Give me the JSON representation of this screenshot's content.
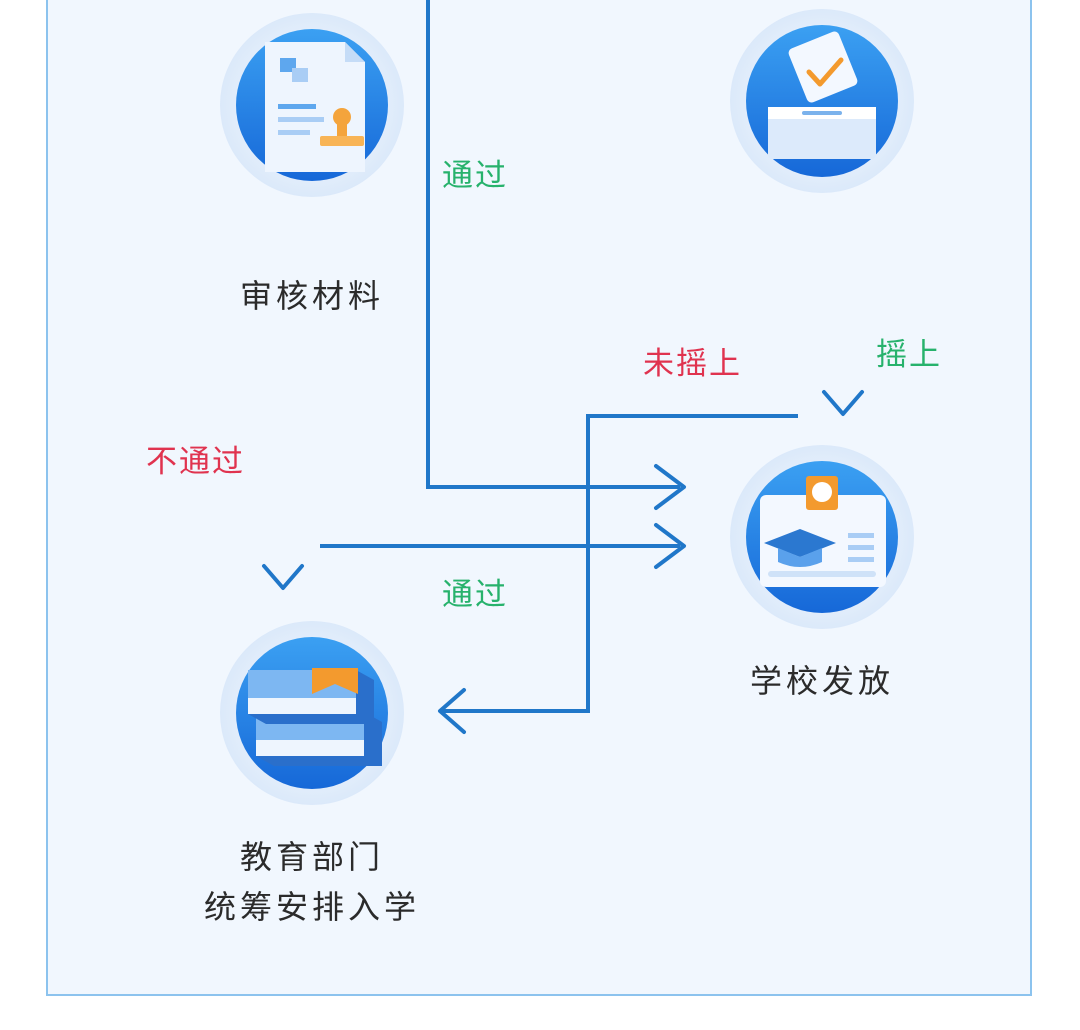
{
  "colors": {
    "arrow": "#2077c9",
    "pass": "#27b26c",
    "fail": "#e0334f",
    "panel_border": "#8cc3ee",
    "panel_bg": "#f1f7fe"
  },
  "nodes": {
    "review": {
      "label": "审核材料",
      "icon": "document-with-stamp-icon"
    },
    "lottery": {
      "icon": "ballot-box-icon"
    },
    "school": {
      "label": "学校发放",
      "icon": "admission-card-icon"
    },
    "education": {
      "label_line1": "教育部门",
      "label_line2": "统筹安排入学",
      "icon": "books-icon"
    }
  },
  "edges": {
    "top_pass": "通过",
    "mid_pass": "通过",
    "review_fail": "不通过",
    "not_drawn": "未摇上",
    "drawn": "摇上"
  }
}
